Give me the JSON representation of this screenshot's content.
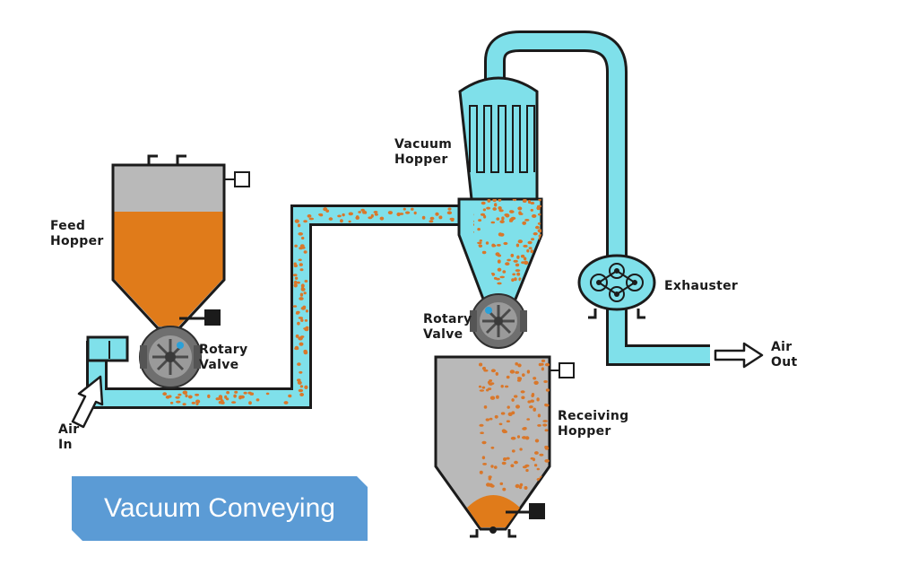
{
  "title": "Vacuum Conveying",
  "labels": {
    "feed_hopper": [
      "Feed",
      "Hopper"
    ],
    "rotary_valve_left": [
      "Rotary",
      "Valve"
    ],
    "air_in": [
      "Air",
      "In"
    ],
    "vacuum_hopper": [
      "Vacuum",
      "Hopper"
    ],
    "rotary_valve_right": [
      "Rotary",
      "Valve"
    ],
    "exhauster": [
      "Exhauster"
    ],
    "receiving_hopper": [
      "Receiving",
      "Hopper"
    ],
    "air_out": [
      "Air",
      "Out"
    ]
  },
  "colors": {
    "pipe_fill": "#7fe0ea",
    "pipe_edge": "#1b1b1b",
    "material": "#e07b1a",
    "particles": "#d9772a",
    "hopper_gray": "#b9b9b9",
    "valve_gray": "#6f6f6f",
    "banner": "#5b9bd5"
  }
}
